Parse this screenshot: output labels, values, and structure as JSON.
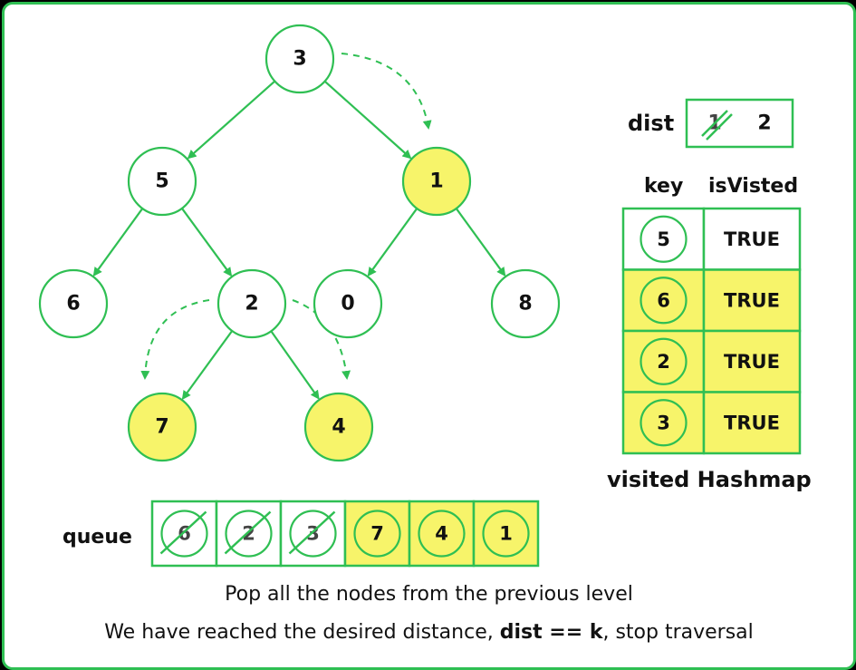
{
  "tree": {
    "nodes": [
      {
        "id": "n3",
        "label": "3",
        "highlighted": false
      },
      {
        "id": "n5",
        "label": "5",
        "highlighted": false
      },
      {
        "id": "n1",
        "label": "1",
        "highlighted": true
      },
      {
        "id": "n6",
        "label": "6",
        "highlighted": false
      },
      {
        "id": "n2",
        "label": "2",
        "highlighted": false
      },
      {
        "id": "n0",
        "label": "0",
        "highlighted": false
      },
      {
        "id": "n8",
        "label": "8",
        "highlighted": false
      },
      {
        "id": "n7",
        "label": "7",
        "highlighted": true
      },
      {
        "id": "n4",
        "label": "4",
        "highlighted": true
      }
    ],
    "edges": [
      [
        "n3",
        "n5"
      ],
      [
        "n3",
        "n1"
      ],
      [
        "n5",
        "n6"
      ],
      [
        "n5",
        "n2"
      ],
      [
        "n1",
        "n0"
      ],
      [
        "n1",
        "n8"
      ],
      [
        "n2",
        "n7"
      ],
      [
        "n2",
        "n4"
      ]
    ]
  },
  "dist": {
    "label": "dist",
    "old_value": "1",
    "new_value": "2"
  },
  "visited": {
    "headers": {
      "key": "key",
      "value": "isVisted"
    },
    "rows": [
      {
        "key": "5",
        "value": "TRUE",
        "highlighted": false
      },
      {
        "key": "6",
        "value": "TRUE",
        "highlighted": true
      },
      {
        "key": "2",
        "value": "TRUE",
        "highlighted": true
      },
      {
        "key": "3",
        "value": "TRUE",
        "highlighted": true
      }
    ],
    "caption": "visited Hashmap"
  },
  "queue": {
    "label": "queue",
    "items": [
      {
        "value": "6",
        "popped": true
      },
      {
        "value": "2",
        "popped": true
      },
      {
        "value": "3",
        "popped": true
      },
      {
        "value": "7",
        "popped": false
      },
      {
        "value": "4",
        "popped": false
      },
      {
        "value": "1",
        "popped": false
      }
    ]
  },
  "captions": {
    "line1": "Pop all the nodes from the previous level",
    "line2_pre": "We have reached the desired distance, ",
    "line2_bold": "dist == k",
    "line2_post": ", stop traversal"
  },
  "colors": {
    "green": "#2fbf53",
    "yellow": "#f7f46a",
    "text": "#111111"
  }
}
